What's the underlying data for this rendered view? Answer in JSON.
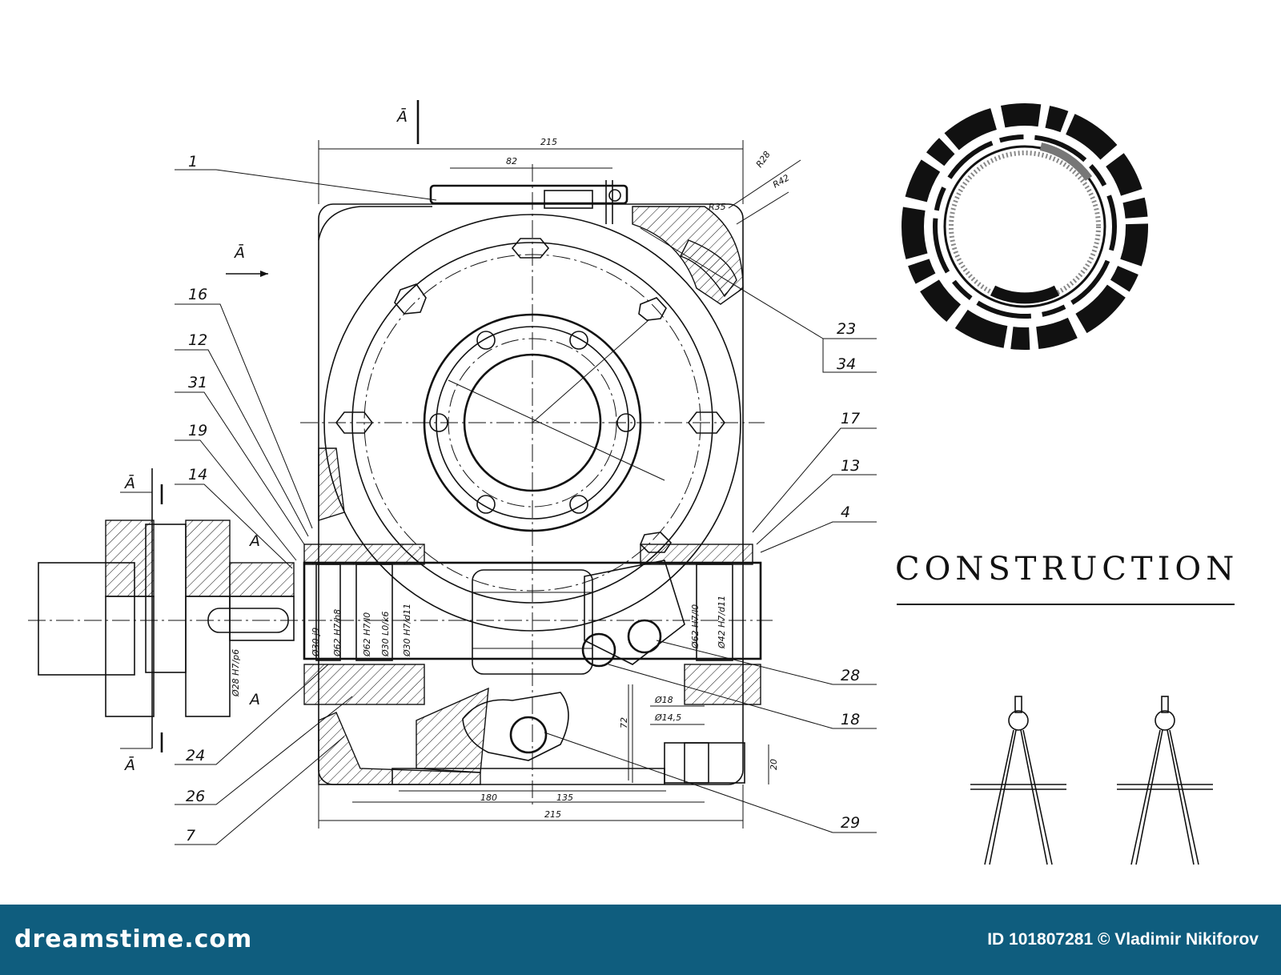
{
  "drawing": {
    "view_labels": [
      "Ā",
      "Ā",
      "Ā",
      "Ā",
      "A",
      "A"
    ],
    "callouts": [
      "1",
      "16",
      "12",
      "31",
      "19",
      "14",
      "24",
      "26",
      "7",
      "23",
      "34",
      "17",
      "13",
      "4",
      "28",
      "18",
      "29"
    ],
    "dimensions": {
      "top_width": "215",
      "top_inner": "82",
      "bottom_width": "215",
      "bottom_180": "180",
      "bottom_135": "135",
      "r28": "R28",
      "r42": "R42",
      "r35": "R35",
      "height_20": "20",
      "height_72": "72",
      "d18": "Ø18",
      "d145": "Ø14,5",
      "fits": [
        "Ø30 j9",
        "Ø62 H7/h8",
        "Ø62 H7/l0",
        "Ø30 L0/k6",
        "Ø30 H7/d11",
        "Ø28 H7/p6",
        "Ø62 H7/l0",
        "Ø42 H7/d11"
      ]
    }
  },
  "title": "CONSTRUCTION",
  "footer": {
    "brand": "dreamstime.com",
    "credit": "ID 101807281 © Vladimir Nikiforov",
    "color": "#0f5d7e"
  },
  "icons": [
    "gear-ring-icon",
    "drafting-compass-icon",
    "drafting-compass-icon"
  ]
}
